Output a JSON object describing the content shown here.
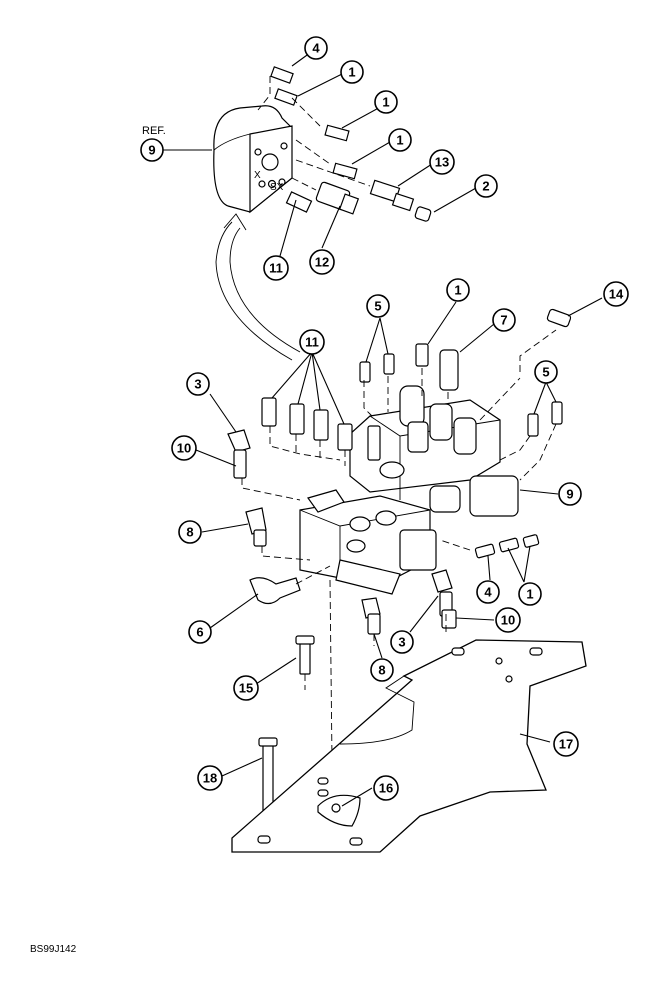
{
  "ref_label": "REF.",
  "figure_code": "BS99J142",
  "callouts": [
    {
      "id": "c4a",
      "number": "4"
    },
    {
      "id": "c1a",
      "number": "1"
    },
    {
      "id": "c1b",
      "number": "1"
    },
    {
      "id": "c1c",
      "number": "1"
    },
    {
      "id": "c9a",
      "number": "9"
    },
    {
      "id": "c13",
      "number": "13"
    },
    {
      "id": "c2",
      "number": "2"
    },
    {
      "id": "c11a",
      "number": "11"
    },
    {
      "id": "c12",
      "number": "12"
    },
    {
      "id": "c1d",
      "number": "1"
    },
    {
      "id": "c14",
      "number": "14"
    },
    {
      "id": "c5a",
      "number": "5"
    },
    {
      "id": "c7",
      "number": "7"
    },
    {
      "id": "c11b",
      "number": "11"
    },
    {
      "id": "c5b",
      "number": "5"
    },
    {
      "id": "c3a",
      "number": "3"
    },
    {
      "id": "c10a",
      "number": "10"
    },
    {
      "id": "c9b",
      "number": "9"
    },
    {
      "id": "c8a",
      "number": "8"
    },
    {
      "id": "c4b",
      "number": "4"
    },
    {
      "id": "c1e",
      "number": "1"
    },
    {
      "id": "c6",
      "number": "6"
    },
    {
      "id": "c3b",
      "number": "3"
    },
    {
      "id": "c10b",
      "number": "10"
    },
    {
      "id": "c8b",
      "number": "8"
    },
    {
      "id": "c15",
      "number": "15"
    },
    {
      "id": "c17",
      "number": "17"
    },
    {
      "id": "c18",
      "number": "18"
    },
    {
      "id": "c16",
      "number": "16"
    }
  ]
}
